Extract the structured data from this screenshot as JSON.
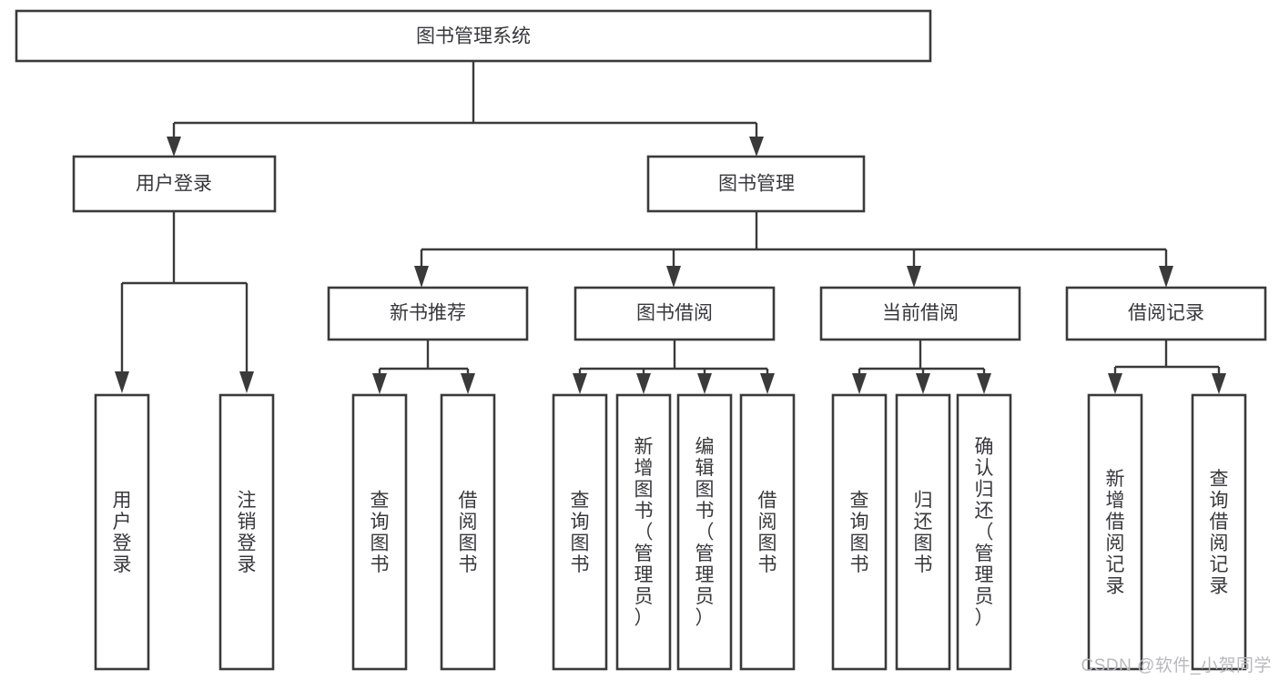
{
  "diagram": {
    "type": "tree-hierarchy-chart",
    "title": "图书管理系统",
    "orientation": "top-down",
    "colors": {
      "box_fill": "#ffffff",
      "box_stroke": "#3a3a3a",
      "text": "#38383c",
      "background": "#ffffff",
      "watermark": "#b9b9bd"
    },
    "nodes": {
      "root": {
        "id": "root",
        "label": "图书管理系统",
        "level": 0,
        "text_orientation": "horizontal"
      },
      "level1": [
        {
          "id": "user-login",
          "label": "用户登录",
          "level": 1,
          "text_orientation": "horizontal"
        },
        {
          "id": "book-management",
          "label": "图书管理",
          "level": 1,
          "text_orientation": "horizontal"
        }
      ],
      "level2": [
        {
          "id": "new-book-recommend",
          "label": "新书推荐",
          "level": 2,
          "parent": "book-management",
          "text_orientation": "horizontal"
        },
        {
          "id": "book-borrow",
          "label": "图书借阅",
          "level": 2,
          "parent": "book-management",
          "text_orientation": "horizontal"
        },
        {
          "id": "current-borrow",
          "label": "当前借阅",
          "level": 2,
          "parent": "book-management",
          "text_orientation": "horizontal"
        },
        {
          "id": "borrow-record",
          "label": "借阅记录",
          "level": 2,
          "parent": "book-management",
          "text_orientation": "horizontal"
        }
      ],
      "leaves": [
        {
          "id": "leaf-user-login",
          "label": "用户登录",
          "parent": "user-login",
          "text_orientation": "vertical"
        },
        {
          "id": "leaf-user-logout",
          "label": "注销登录",
          "parent": "user-login",
          "text_orientation": "vertical"
        },
        {
          "id": "leaf-query-book-1",
          "label": "查询图书",
          "parent": "new-book-recommend",
          "text_orientation": "vertical"
        },
        {
          "id": "leaf-borrow-book-1",
          "label": "借阅图书",
          "parent": "new-book-recommend",
          "text_orientation": "vertical"
        },
        {
          "id": "leaf-query-book-2",
          "label": "查询图书",
          "parent": "book-borrow",
          "text_orientation": "vertical"
        },
        {
          "id": "leaf-add-book",
          "label": "新增图书（管理员）",
          "parent": "book-borrow",
          "text_orientation": "vertical"
        },
        {
          "id": "leaf-edit-book",
          "label": "编辑图书（管理员）",
          "parent": "book-borrow",
          "text_orientation": "vertical"
        },
        {
          "id": "leaf-borrow-book-2",
          "label": "借阅图书",
          "parent": "book-borrow",
          "text_orientation": "vertical"
        },
        {
          "id": "leaf-query-book-3",
          "label": "查询图书",
          "parent": "current-borrow",
          "text_orientation": "vertical"
        },
        {
          "id": "leaf-return-book",
          "label": "归还图书",
          "parent": "current-borrow",
          "text_orientation": "vertical"
        },
        {
          "id": "leaf-confirm-return",
          "label": "确认归还（管理员）",
          "parent": "current-borrow",
          "text_orientation": "vertical"
        },
        {
          "id": "leaf-add-borrow-record",
          "label": "新增借阅记录",
          "parent": "borrow-record",
          "text_orientation": "vertical"
        },
        {
          "id": "leaf-query-borrow-record",
          "label": "查询借阅记录",
          "parent": "borrow-record",
          "text_orientation": "vertical"
        }
      ]
    },
    "watermark": "CSDN @软件_小贺同学"
  }
}
